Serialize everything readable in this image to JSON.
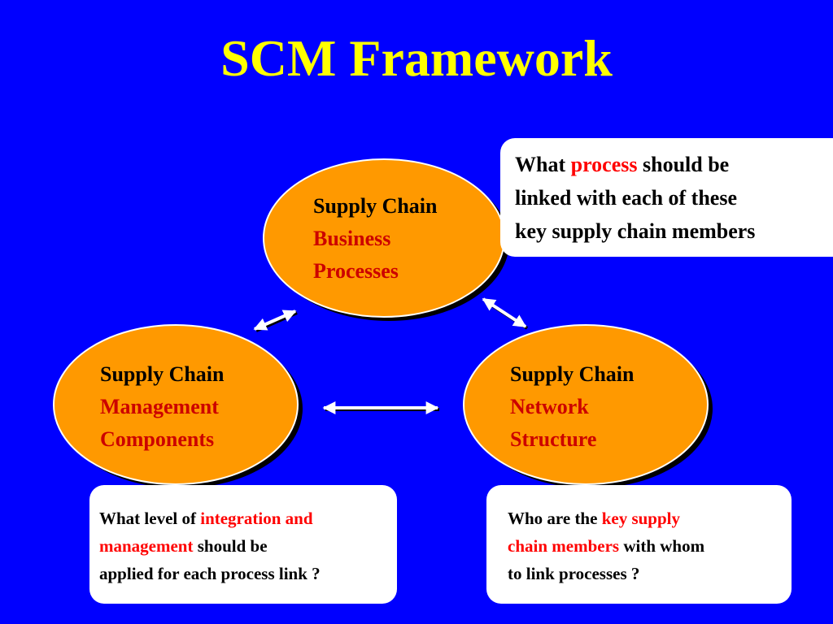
{
  "title": "SCM Framework",
  "nodes": {
    "top": {
      "line1": "Supply Chain",
      "line2": "Business",
      "line3": "Processes"
    },
    "left": {
      "line1": "Supply Chain",
      "line2": "Management",
      "line3": "Components"
    },
    "right": {
      "line1": "Supply Chain",
      "line2": "Network",
      "line3": "Structure"
    }
  },
  "questions": {
    "top": {
      "a1": "What ",
      "a2": "process",
      "a3": " should be",
      "b": "linked with each of these",
      "c": "key supply chain members"
    },
    "left": {
      "a1": "What level of ",
      "a2": "integration and",
      "b1": "management",
      "b2": " should be",
      "c": "applied for each process link ?"
    },
    "right": {
      "a1": "Who are the ",
      "a2": "key supply",
      "b1": "chain members",
      "b2": " with whom",
      "c": "to link processes ?"
    }
  },
  "colors": {
    "background": "#0000FF",
    "title": "#FFFF00",
    "oval_fill": "#FF9900",
    "highlight_text": "#FF0000"
  }
}
